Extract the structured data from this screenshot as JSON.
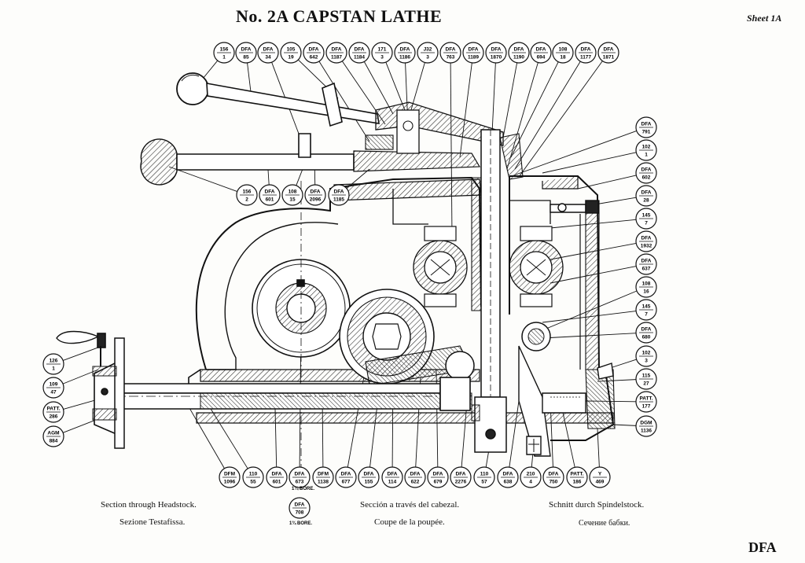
{
  "header": {
    "title": "No. 2A CAPSTAN LATHE",
    "sheet": "Sheet 1A"
  },
  "captions": {
    "en": "Section through Headstock.",
    "it": "Sezione Testafissa.",
    "es": "Sección a través del cabezal.",
    "fr": "Coupe de la poupée.",
    "de": "Schnitt durch Spindelstock.",
    "ru": "Сечение бабки."
  },
  "brand": "DFA",
  "callouts": {
    "top": [
      [
        "156",
        "1"
      ],
      [
        "DFA",
        "85"
      ],
      [
        "DFA",
        "34"
      ],
      [
        "105",
        "19"
      ],
      [
        "DFA",
        "642"
      ],
      [
        "DFA",
        "1187"
      ],
      [
        "DFA",
        "1184"
      ],
      [
        "171",
        "3"
      ],
      [
        "DFA",
        "1186"
      ],
      [
        "J32",
        "3"
      ],
      [
        "DFA",
        "763"
      ],
      [
        "DFA",
        "1189"
      ],
      [
        "DFA",
        "1870"
      ],
      [
        "DFA",
        "1190"
      ],
      [
        "DFA",
        "694"
      ],
      [
        "108",
        "18"
      ],
      [
        "DFA",
        "1177"
      ],
      [
        "DFA",
        "1871"
      ]
    ],
    "mid": [
      [
        "156",
        "2"
      ],
      [
        "DFA",
        "601"
      ],
      [
        "108",
        "15"
      ],
      [
        "DFA",
        "2096"
      ],
      [
        "DFA",
        "1185"
      ]
    ],
    "right": [
      [
        "DFA",
        "791"
      ],
      [
        "102",
        "1"
      ],
      [
        "DFA",
        "602"
      ],
      [
        "DFA",
        "28"
      ],
      [
        "145",
        "7"
      ],
      [
        "DFA",
        "1932"
      ],
      [
        "DFA",
        "637"
      ],
      [
        "108",
        "16"
      ],
      [
        "145",
        "7"
      ],
      [
        "DFA",
        "680"
      ],
      [
        "102",
        "3"
      ],
      [
        "115",
        "27"
      ],
      [
        "PATT.",
        "177"
      ],
      [
        "DGM",
        "1136"
      ]
    ],
    "left": [
      [
        "126",
        "1"
      ],
      [
        "109",
        "47"
      ],
      [
        "PATT.",
        "286"
      ],
      [
        "AGM",
        "884"
      ]
    ],
    "bottom": [
      [
        "DFM",
        "1096"
      ],
      [
        "110",
        "55"
      ],
      [
        "DFA",
        "601"
      ],
      [
        "DFA",
        "673"
      ],
      [
        "DFM",
        "1138"
      ],
      [
        "DFA",
        "677"
      ],
      [
        "DFA",
        "155"
      ],
      [
        "DFA",
        "114"
      ],
      [
        "DFA",
        "622"
      ],
      [
        "DFA",
        "679"
      ],
      [
        "DFA",
        "2276"
      ],
      [
        "110",
        "57"
      ],
      [
        "DFA",
        "638"
      ],
      [
        "210",
        "4"
      ],
      [
        "DFA",
        "750"
      ],
      [
        "PATT.",
        "186"
      ],
      [
        "Y",
        "469"
      ]
    ],
    "extra": [
      [
        "DFA",
        "708"
      ]
    ]
  },
  "notes": {
    "bore_1": "1¾ BORE.",
    "bore_2": "1¾ BORE."
  }
}
